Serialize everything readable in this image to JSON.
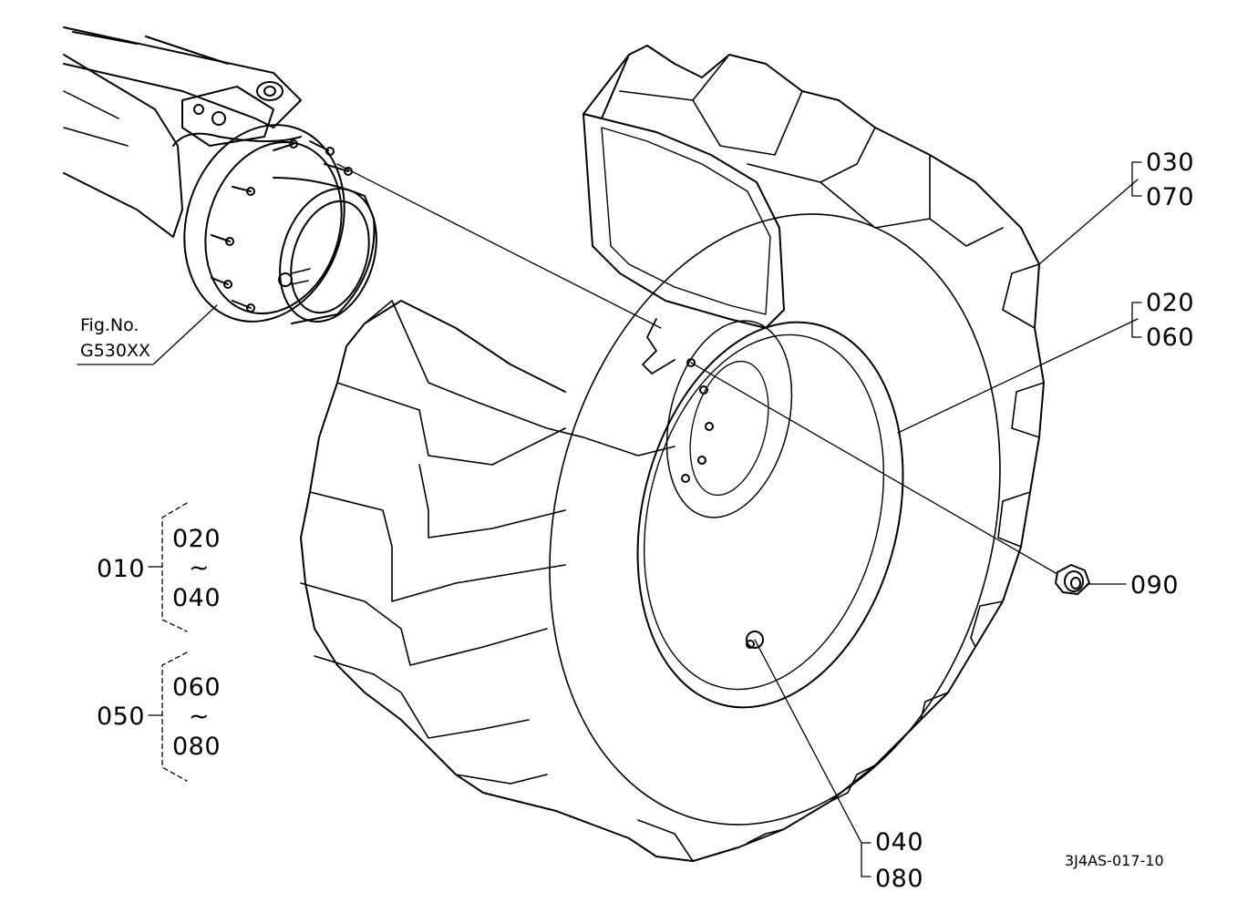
{
  "figure_ref": {
    "label": "Fig.No.",
    "code": "G530XX"
  },
  "callouts": {
    "c030": "030",
    "c070": "070",
    "c020": "020",
    "c060": "060",
    "c090": "090",
    "c040": "040",
    "c080": "080"
  },
  "assemblies": {
    "a010": {
      "number": "010",
      "from": "020",
      "tilde": "~",
      "to": "040"
    },
    "a050": {
      "number": "050",
      "from": "060",
      "tilde": "~",
      "to": "080"
    }
  },
  "drawing_code": "3J4AS-017-10",
  "colors": {
    "ink": "#000000",
    "paper": "#ffffff"
  }
}
